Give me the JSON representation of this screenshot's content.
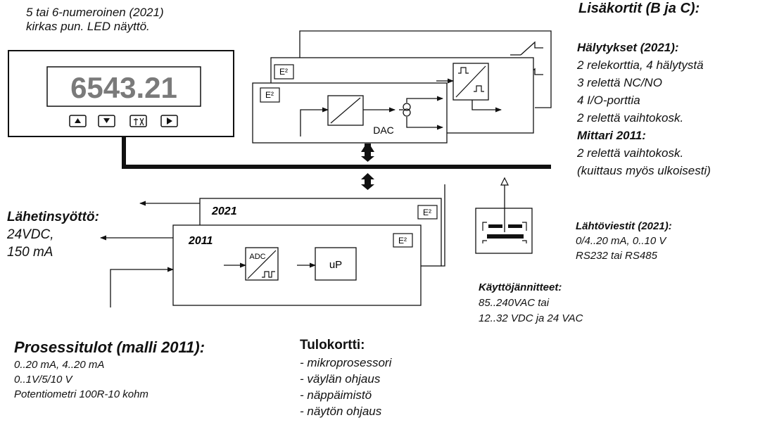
{
  "display_caption": [
    "5  tai 6-numeroinen (2021)",
    "kirkas pun. LED näyttö."
  ],
  "display_value": "6543.21",
  "extra_cards": {
    "title": "Lisäkortit (B ja C):",
    "alarms_heading": "Hälytykset (2021):",
    "alarms_lines": [
      "2 relekorttia, 4 hälytystä",
      "3 relettä NC/NO",
      "4 I/O-porttia",
      "2 relettä vaihtokosk."
    ],
    "meter_heading": "Mittari 2011:",
    "meter_lines": [
      "2 relettä vaihtokosk.",
      "(kuittaus myös ulkoisesti)"
    ]
  },
  "transmitter_supply": {
    "heading": "Lähetinsyöttö:",
    "lines": [
      "24VDC,",
      "150 mA"
    ]
  },
  "output_signals": {
    "heading": "Lähtöviestit (2021):",
    "lines": [
      "0/4..20 mA, 0..10 V",
      "RS232 tai RS485"
    ]
  },
  "operating_voltages": {
    "heading": "Käyttöjännitteet:",
    "lines": [
      "85..240VAC tai",
      "12..32 VDC  ja 24 VAC"
    ]
  },
  "process_inputs": {
    "heading": "Prosessitulot (malli 2011):",
    "lines": [
      "0..20 mA, 4..20 mA",
      "0..1V/5/10 V",
      "Potentiometri 100R-10 kohm"
    ]
  },
  "input_card": {
    "heading": "Tulokortti:",
    "lines": [
      "- mikroprosessori",
      "- väylän ohjaus",
      "- näppäimistö",
      "- näytön ohjaus"
    ]
  },
  "block_labels": {
    "eeprom": "E²",
    "dac": "DAC",
    "adc": "ADC",
    "up": "uP",
    "card_2021": "2021",
    "card_2011": "2011"
  }
}
